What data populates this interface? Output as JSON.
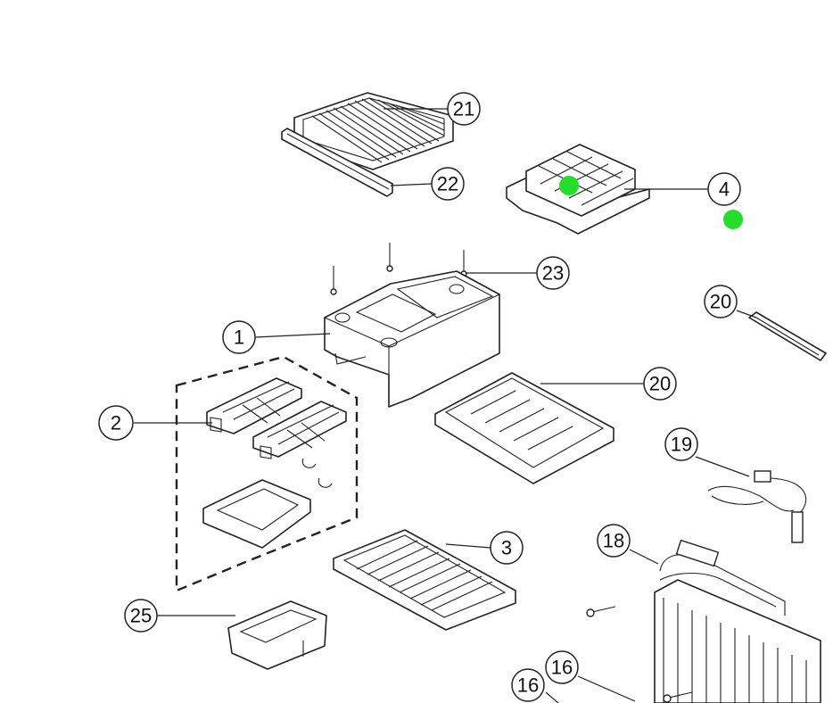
{
  "callouts": [
    {
      "id": "c21",
      "label": "21"
    },
    {
      "id": "c22",
      "label": "22"
    },
    {
      "id": "c4",
      "label": "4"
    },
    {
      "id": "c23",
      "label": "23"
    },
    {
      "id": "c20a",
      "label": "20"
    },
    {
      "id": "c1",
      "label": "1"
    },
    {
      "id": "c20b",
      "label": "20"
    },
    {
      "id": "c2",
      "label": "2"
    },
    {
      "id": "c19",
      "label": "19"
    },
    {
      "id": "c3",
      "label": "3"
    },
    {
      "id": "c18",
      "label": "18"
    },
    {
      "id": "c25",
      "label": "25"
    },
    {
      "id": "c16a",
      "label": "16"
    },
    {
      "id": "c16b",
      "label": "16"
    }
  ],
  "marker_color": "#22e02a"
}
